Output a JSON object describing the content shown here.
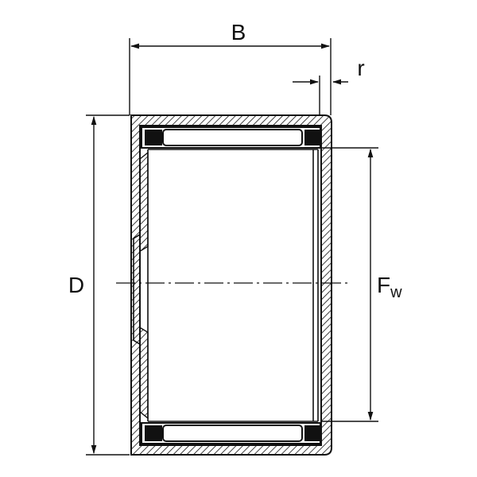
{
  "labels": {
    "width": "B",
    "radius": "r",
    "outer_diameter": "D",
    "raceway_main": "F",
    "raceway_sub": "w"
  },
  "colors": {
    "line": "#111111",
    "background": "#ffffff"
  }
}
